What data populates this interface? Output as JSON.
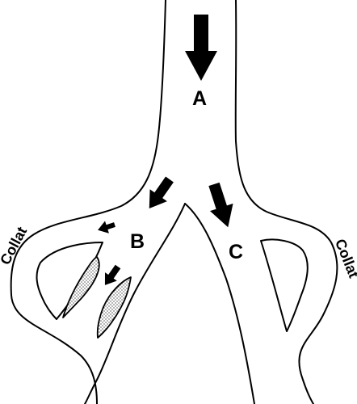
{
  "labels": {
    "a": "A",
    "b": "B",
    "c": "C",
    "collat_left": "Collat",
    "collat_right": "Collat"
  },
  "colors": {
    "stroke": "#000000",
    "background": "#ffffff"
  }
}
